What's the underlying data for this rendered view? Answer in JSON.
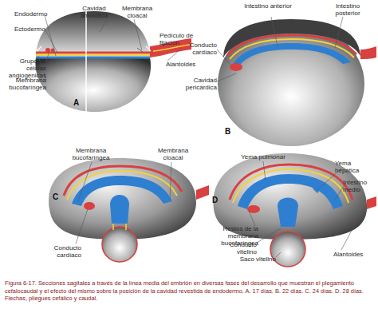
{
  "diagram": {
    "caption": "Figura 6-17. Secciones sagitales a través de la línea media del embrión en diversas fases del desarrollo que muestran el plegamiento cefalocaudal y el efecto del mismo sobre la posición de la cavidad revestida de endodermo. A. 17 días. B. 22 días. C. 24 días. D. 28 días. Flechas, pliegues cefálico y caudal.",
    "labels": [
      "Endodermo",
      "Ectodermo",
      "Cavidad amniótica",
      "Membrana cloacal",
      "Pedículo de fijación",
      "Alantoides",
      "Grupo de células angiogénicas",
      "Membrana bucofaríngea",
      "A",
      "Intestino anterior",
      "Intestino posterior",
      "Conducto cardíaco",
      "Cavidad pericárdica",
      "B",
      "Membrana bucofaríngea",
      "Membrana cloacal",
      "Conducto cardíaco",
      "C",
      "Yema pulmonar",
      "Yema hepática",
      "Intestino medio",
      "Restos de la membrana bucofaríngea",
      "Conducto vitelino",
      "Saco vitelino",
      "Alantoides",
      "D"
    ]
  }
}
